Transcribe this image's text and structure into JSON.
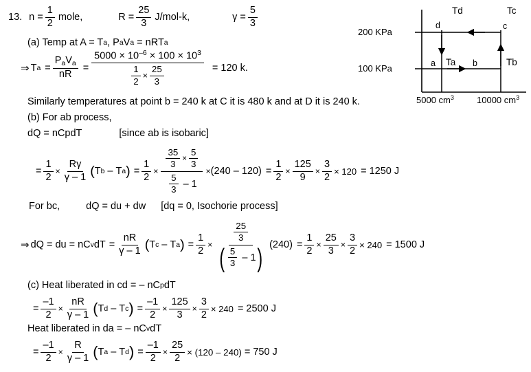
{
  "document": {
    "problem_number": "13.",
    "givens": {
      "n_label": "n =",
      "n_num": "1",
      "n_den": "2",
      "n_unit": "mole,",
      "R_label": "R =",
      "R_num": "25",
      "R_den": "3",
      "R_unit": "J/mol-k,",
      "gamma_label": "γ =",
      "gamma_num": "5",
      "gamma_den": "3"
    },
    "part_a": {
      "heading_prefix": "(a) Temp at A = T",
      "heading_sub_a": "a",
      "heading_mid": ", P",
      "heading_sub_p": "a",
      "heading_v": "V",
      "heading_sub_v": "a",
      "heading_eq": " = nRT",
      "heading_sub_t": "a",
      "arrow": "⇒",
      "Ta_label": "T",
      "Ta_sub": "a",
      "eq1": "=",
      "left_num_P": "P",
      "left_num_P_sub": "a",
      "left_num_V": "V",
      "left_num_V_sub": "a",
      "left_den": "nR",
      "eq2": "=",
      "big_num_part1": "5000 × 10",
      "big_num_exp1": "–6",
      "big_num_part2": " × 100 × 10",
      "big_num_exp2": "3",
      "den_frac1_num": "1",
      "den_frac1_den": "2",
      "den_times": "×",
      "den_frac2_num": "25",
      "den_frac2_den": "3",
      "result": "= 120 k."
    },
    "similarly_line": "Similarly temperatures at point b = 240 k at C it is 480 k and at D it is 240 k.",
    "part_b": {
      "heading": "(b) For ab process,",
      "dq_line": "dQ = nCpdT",
      "dq_note": "[since ab is isobaric]",
      "eq": {
        "eq0": "=",
        "f1_num": "1",
        "f1_den": "2",
        "times1": "×",
        "f2_num_R": "R",
        "f2_num_gamma": "γ",
        "f2_den": "γ – 1",
        "paren1_open": "(",
        "T_b": "T",
        "T_b_sub": "b",
        "minus1": " – ",
        "T_a": "T",
        "T_a_sub": "a",
        "paren1_close": ")",
        "eq1": "=",
        "f3_num": "1",
        "f3_den": "2",
        "times2": "×",
        "cnum_f1_num": "35",
        "cnum_f1_den": "3",
        "cnum_times": "×",
        "cnum_f2_num": "5",
        "cnum_f2_den": "3",
        "cden_f_num": "5",
        "cden_f_den": "3",
        "cden_minus": " – 1",
        "times3": "×",
        "paren2": "(240 – 120)",
        "eq2": "=",
        "f4_num": "1",
        "f4_den": "2",
        "times4": "×",
        "f5_num": "125",
        "f5_den": "9",
        "times5": "×",
        "f6_num": "3",
        "f6_den": "2",
        "times6": "× 120",
        "result": "= 1250 J"
      }
    },
    "part_bc": {
      "for_bc": "For bc,",
      "dq_line": "dQ = du + dw",
      "note": "[dq = 0, Isochorie process]",
      "eq": {
        "arrow": "⇒",
        "lhs": "dQ = du = nC",
        "lhs_sub": "v",
        "lhs2": "dT",
        "eq0": "=",
        "f1_num": "nR",
        "f1_den": "γ – 1",
        "paren_open": "(",
        "T_c": "T",
        "T_c_sub": "c",
        "minus": " – ",
        "T_a": "T",
        "T_a_sub": "a",
        "paren_close": ")",
        "eq1": "=",
        "f2_num": "1",
        "f2_den": "2",
        "times1": "×",
        "cnum_num": "25",
        "cnum_den": "3",
        "cden_num": "5",
        "cden_den": "3",
        "cden_minus": " – 1",
        "paren240": "(240)",
        "eq2": "=",
        "f3_num": "1",
        "f3_den": "2",
        "times2": "×",
        "f4_num": "25",
        "f4_den": "3",
        "times3": "×",
        "f5_num": "3",
        "f5_den": "2",
        "times4": "× 240",
        "result": "= 1500 J"
      }
    },
    "part_c": {
      "heading_pre": "(c) Heat liberated in cd = – nC",
      "heading_sub": "p",
      "heading_post": "dT",
      "eq": {
        "eq0": "=",
        "f1_num": "–1",
        "f1_den": "2",
        "times1": "×",
        "f2_num": "nR",
        "f2_den": "γ – 1",
        "paren_open": "(",
        "T_d": "T",
        "T_d_sub": "d",
        "minus": " – ",
        "T_c": "T",
        "T_c_sub": "c",
        "paren_close": ")",
        "eq1": "=",
        "f3_num": "–1",
        "f3_den": "2",
        "times2": "×",
        "f4_num": "125",
        "f4_den": "3",
        "times3": "×",
        "f5_num": "3",
        "f5_den": "2",
        "times4": "× 240",
        "result": "= 2500 J"
      },
      "heading2_pre": "Heat liberated in da = – nC",
      "heading2_sub": "v",
      "heading2_post": "dT",
      "eq2": {
        "eq0": "=",
        "f1_num": "–1",
        "f1_den": "2",
        "times1": "×",
        "f2_num": "R",
        "f2_den": "γ – 1",
        "paren_open": "(",
        "T_a": "T",
        "T_a_sub": "a",
        "minus": " – ",
        "T_d": "T",
        "T_d_sub": "d",
        "paren_close": ")",
        "eq1": "=",
        "f3_num": "–1",
        "f3_den": "2",
        "times2": "×",
        "f4_num": "25",
        "f4_den": "2",
        "times3": "× (120 – 240)",
        "result": "= 750 J"
      }
    }
  },
  "pv_diagram": {
    "type": "pv-cycle",
    "y_axis_labels": [
      "200 KPa",
      "100 KPa"
    ],
    "x_axis_labels": [
      "5000 cm",
      "10000 cm"
    ],
    "x_axis_exponent": "3",
    "point_labels": [
      "d",
      "c",
      "a",
      "b"
    ],
    "temperature_labels": [
      "Td",
      "Tc",
      "Ta",
      "Tb"
    ],
    "processes": [
      {
        "from": "a",
        "to": "b",
        "direction": "right",
        "type": "isobaric"
      },
      {
        "from": "b",
        "to": "c",
        "direction": "up",
        "type": "isochoric"
      },
      {
        "from": "c",
        "to": "d",
        "direction": "left",
        "type": "isobaric"
      },
      {
        "from": "d",
        "to": "a",
        "direction": "down",
        "type": "isochoric"
      }
    ],
    "stroke_color": "#000000"
  }
}
